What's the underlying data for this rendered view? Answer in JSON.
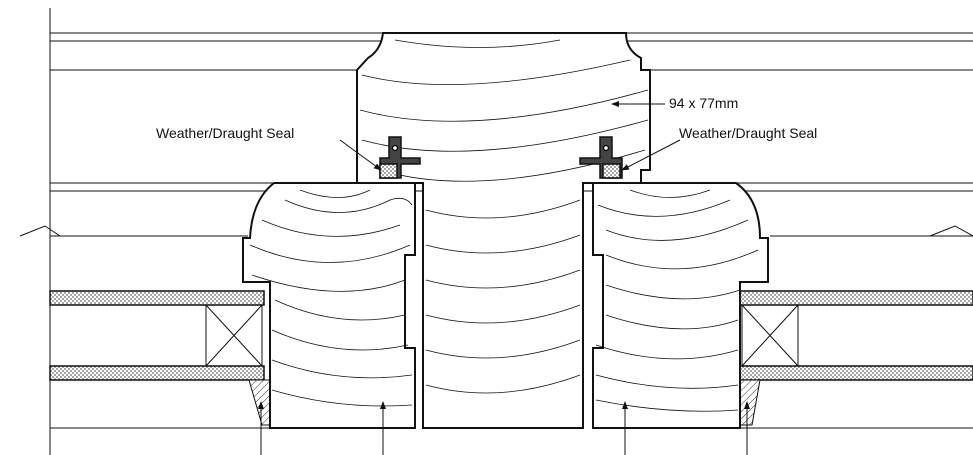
{
  "labels": {
    "dimension": "94 x 77mm",
    "seal_left": "Weather/Draught Seal",
    "seal_right": "Weather/Draught Seal"
  },
  "colors": {
    "ink": "#111111",
    "seal_fill": "#9a9a9a",
    "seal_body": "#444444",
    "insulation": "#bdbdbd"
  }
}
